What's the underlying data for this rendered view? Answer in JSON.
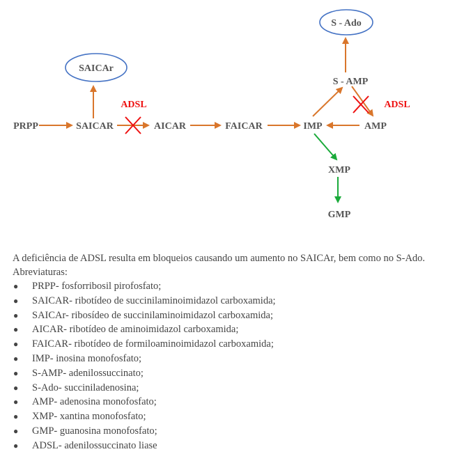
{
  "diagram": {
    "nodes": {
      "prpp": "PRPP",
      "saicar": "SAICAR",
      "aicar": "AICAR",
      "faicar": "FAICAR",
      "imp": "IMP",
      "amp": "AMP",
      "samp": "S - AMP",
      "xmp": "XMP",
      "gmp": "GMP"
    },
    "ovals": {
      "saicar_r": "SAICAr",
      "s_ado": "S - Ado"
    },
    "enzymes": {
      "adsl_left": "ADSL",
      "adsl_right": "ADSL"
    },
    "colors": {
      "orange_arrow": "#d9762b",
      "green_arrow": "#1aaa3a",
      "block_cross": "#ee1111",
      "oval_border": "#4472c4",
      "node_text": "#555555"
    }
  },
  "caption": {
    "sentence": "A deficiência de ADSL resulta em bloqueios causando um aumento no SAICAr, bem como no S-Ado.",
    "heading": "Abreviaturas:",
    "bullet_glyph": "●",
    "items": [
      "PRPP- fosforribosil pirofosfato;",
      "SAICAR- ribotídeo de succinilaminoimidazol carboxamida;",
      "SAICAr- ribosídeo de succinilaminoimidazol carboxamida;",
      "AICAR- ribotídeo de aminoimidazol carboxamida;",
      "FAICAR- ribotídeo de formiloaminoimidazol carboxamida;",
      "IMP- inosina monofosfato;",
      "S-AMP- adenilossuccinato;",
      "S-Ado- succiniladenosina;",
      "AMP- adenosina monofosfato;",
      "XMP- xantina monofosfato;",
      "GMP- guanosina monofosfato;",
      "ADSL- adenilossuccinato liase"
    ]
  }
}
